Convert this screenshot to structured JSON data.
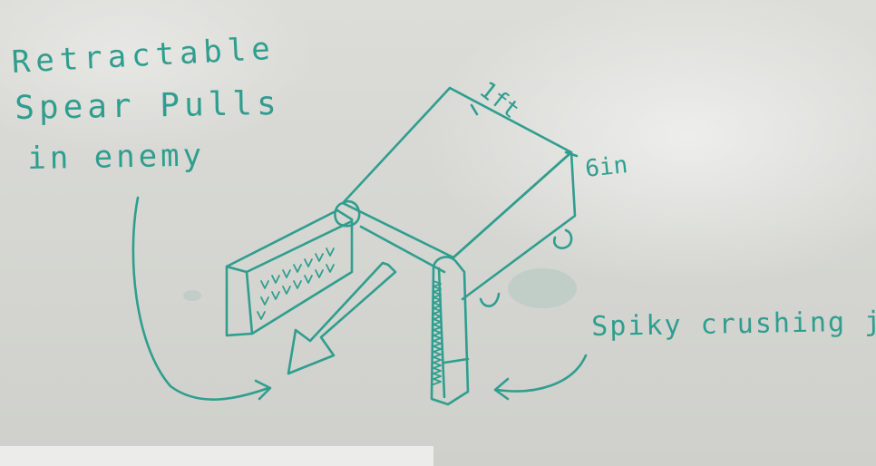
{
  "board": {
    "background_color": "#d6d7d2",
    "ink_color": "#2f9e8f"
  },
  "notes": {
    "line1": "Retractable",
    "line2": "Spear Pulls",
    "line3": "in enemy"
  },
  "dimensions": {
    "length": "1ft",
    "height": "6in"
  },
  "callouts": {
    "jaws": "Spiky crushing jaws"
  }
}
